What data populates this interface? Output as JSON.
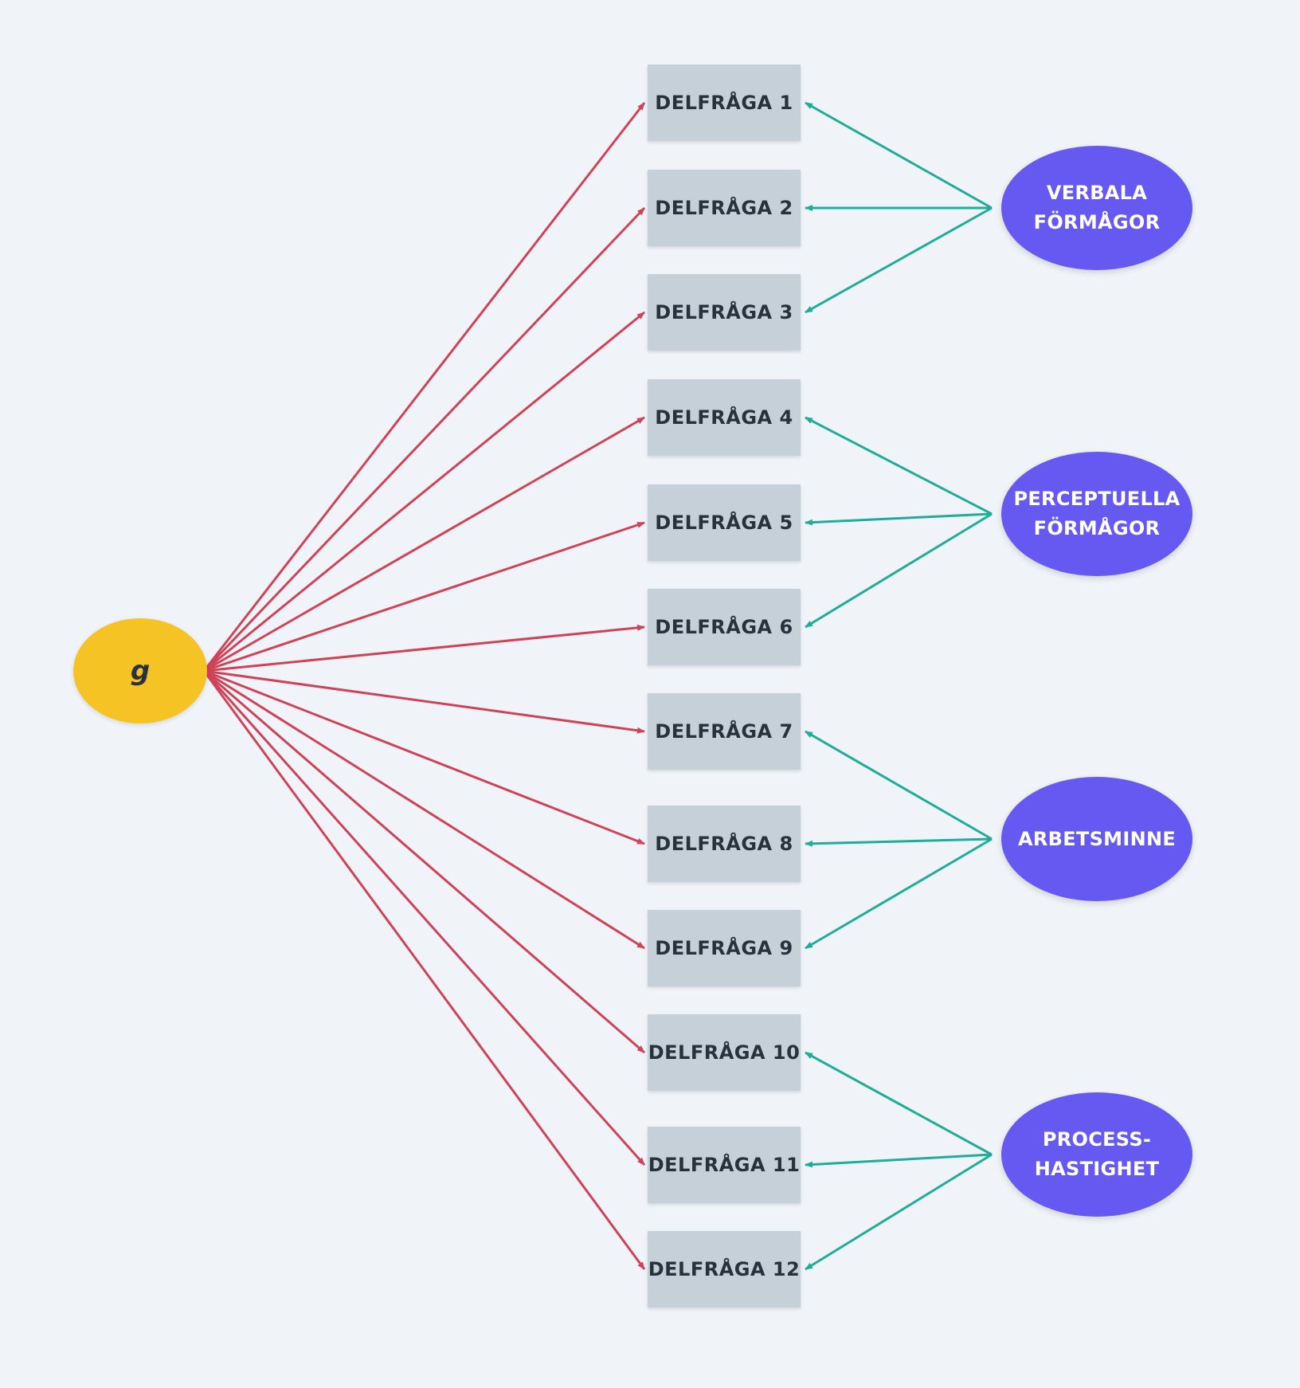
{
  "g_node": {
    "label": "g"
  },
  "items": [
    {
      "label": "DELFRÅGA 1"
    },
    {
      "label": "DELFRÅGA 2"
    },
    {
      "label": "DELFRÅGA 3"
    },
    {
      "label": "DELFRÅGA 4"
    },
    {
      "label": "DELFRÅGA 5"
    },
    {
      "label": "DELFRÅGA 6"
    },
    {
      "label": "DELFRÅGA 7"
    },
    {
      "label": "DELFRÅGA 8"
    },
    {
      "label": "DELFRÅGA 9"
    },
    {
      "label": "DELFRÅGA 10"
    },
    {
      "label": "DELFRÅGA 11"
    },
    {
      "label": "DELFRÅGA 12"
    }
  ],
  "factors": [
    {
      "label": "VERBALA\nFÖRMÅGOR",
      "items": [
        0,
        1,
        2
      ]
    },
    {
      "label": "PERCEPTUELLA\nFÖRMÅGOR",
      "items": [
        3,
        4,
        5
      ]
    },
    {
      "label": "ARBETSMINNE",
      "items": [
        6,
        7,
        8
      ]
    },
    {
      "label": "PROCESS-\nHASTIGHET",
      "items": [
        9,
        10,
        11
      ]
    }
  ],
  "colors": {
    "background": "#f0f4f8",
    "g_node": "#f6c324",
    "item_box": "#c5d0d9",
    "factor_node": "#6559f2",
    "g_arrows": "#cf4257",
    "factor_arrows": "#1fac98",
    "text_dark": "#27323c",
    "text_light": "#ffffff"
  }
}
